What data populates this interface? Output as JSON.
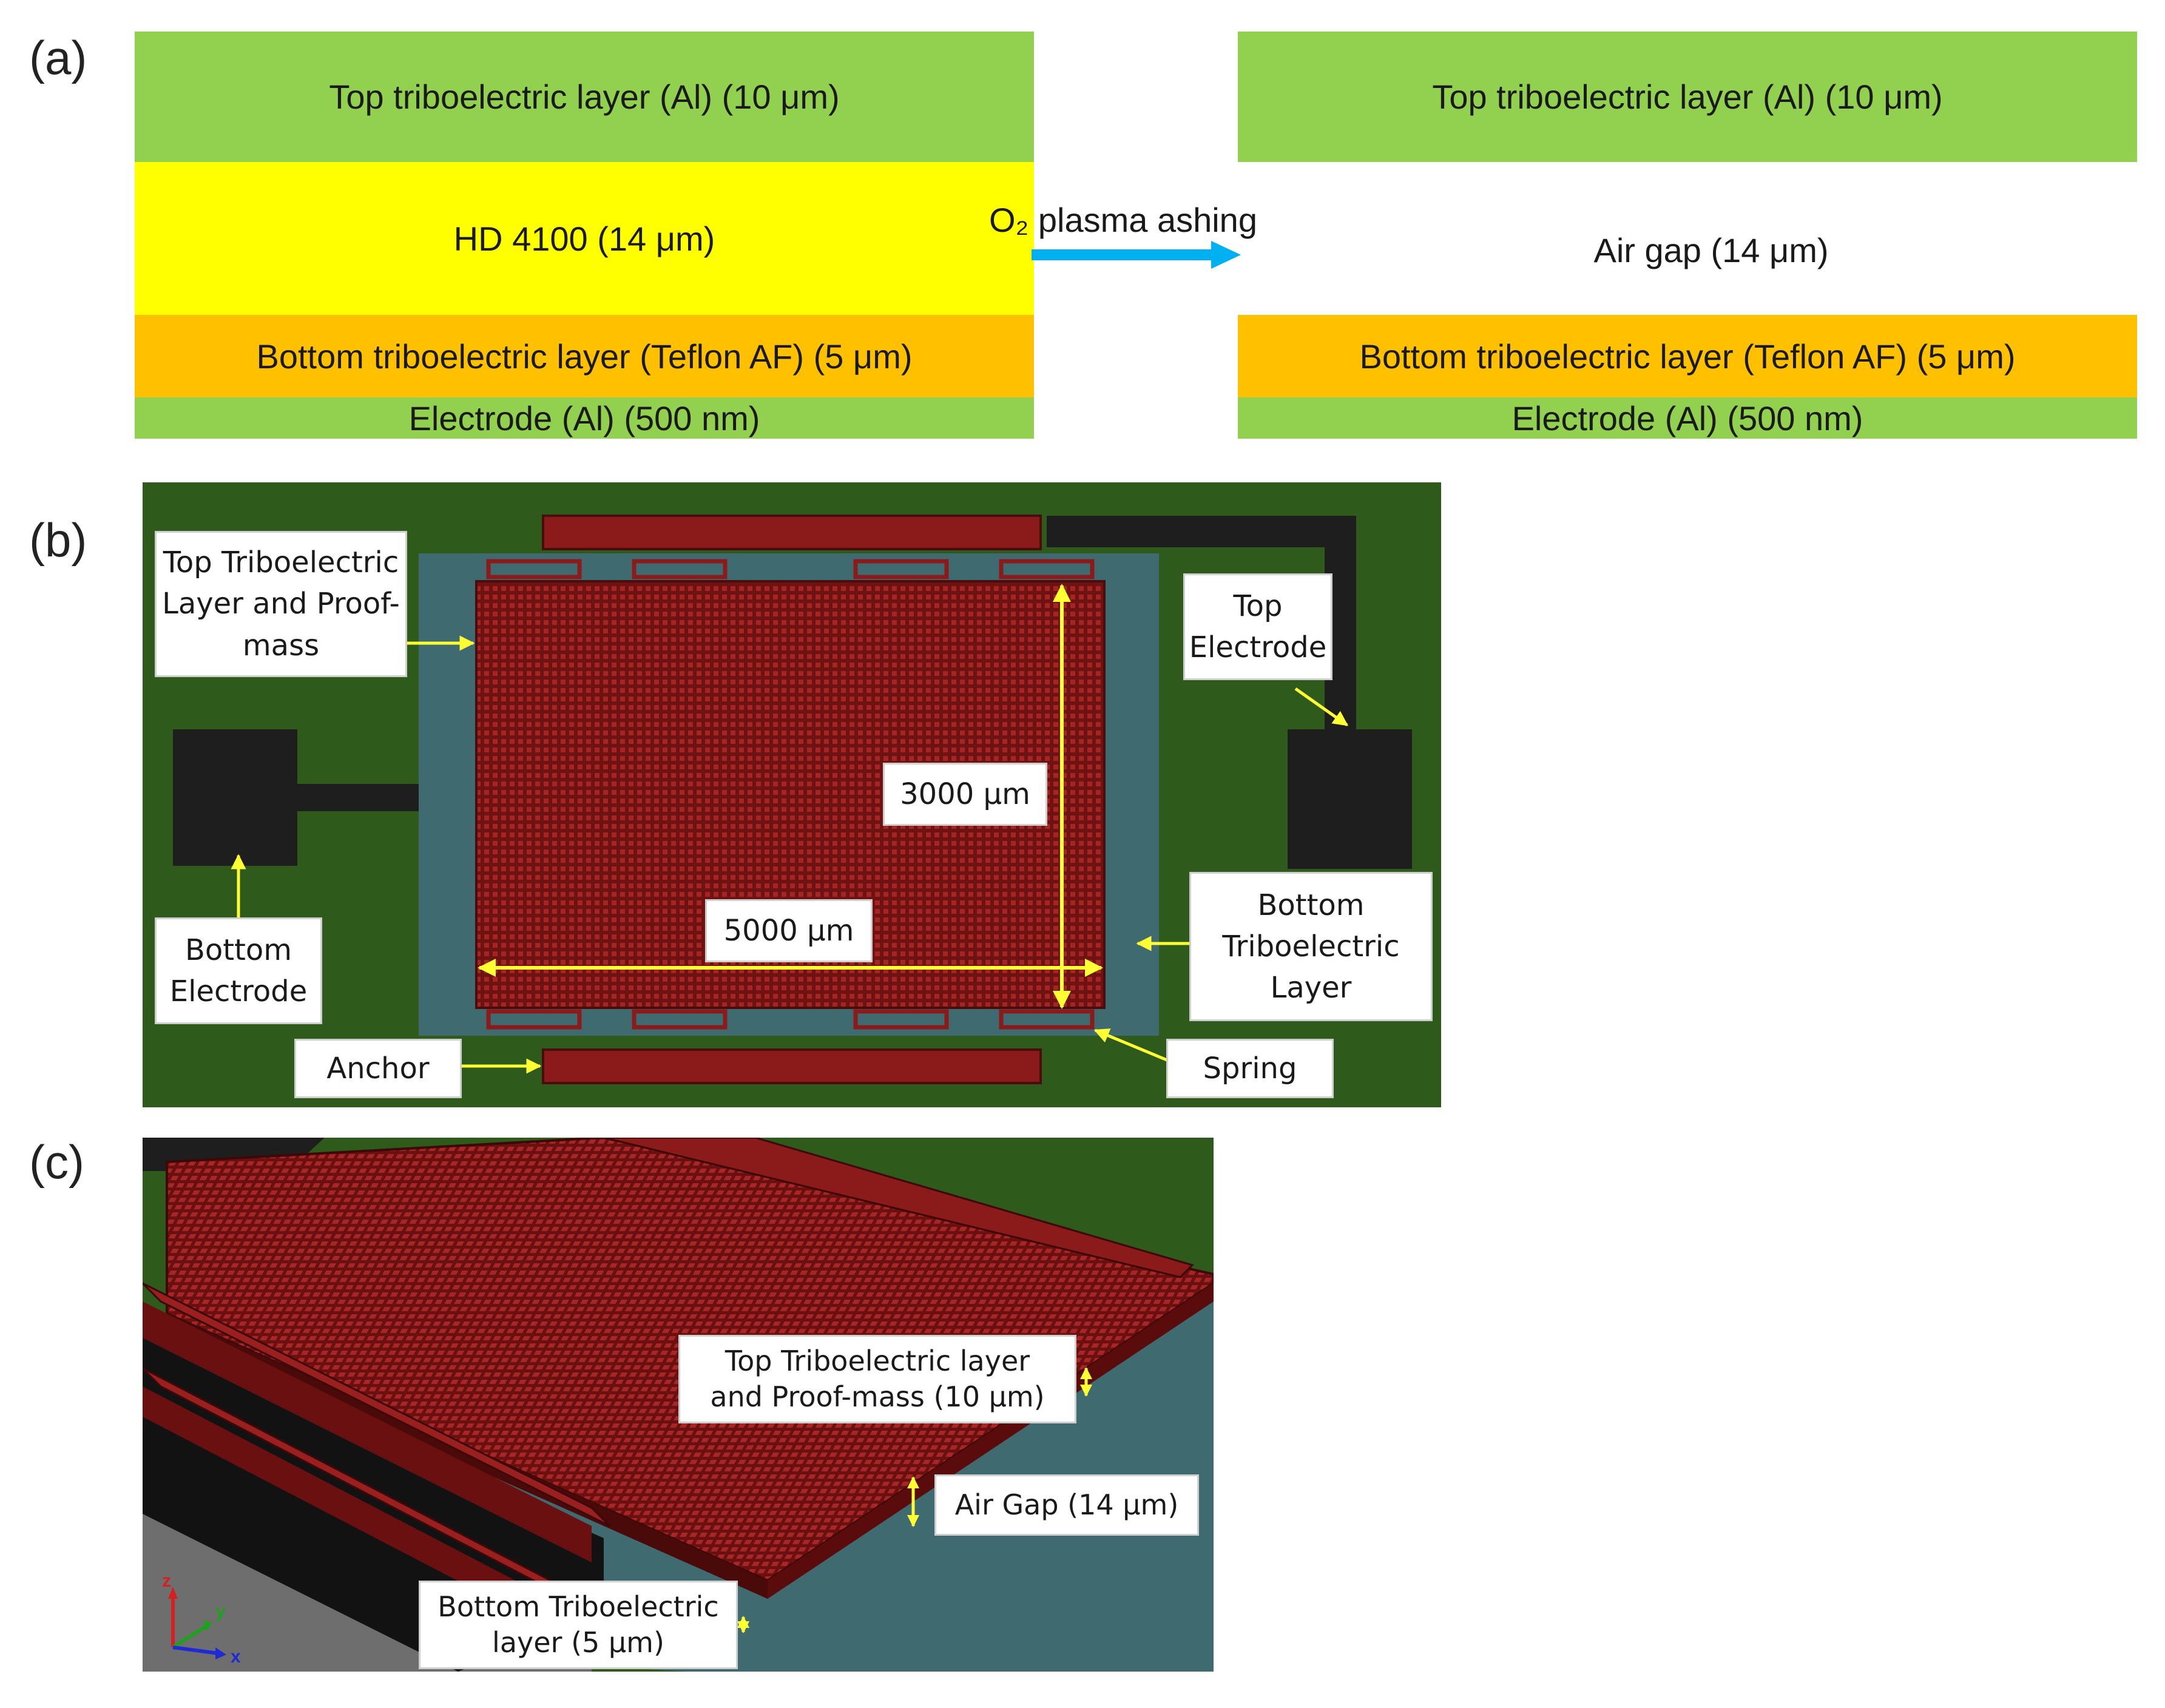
{
  "panels": {
    "a": "(a)",
    "b": "(b)",
    "c": "(c)"
  },
  "panel_a": {
    "left_top": "Top triboelectric layer (Al) (10 μm)",
    "left_middle": "HD 4100 (14 μm)",
    "left_bottom_tribo": "Bottom triboelectric layer (Teflon AF) (5 μm)",
    "left_electrode": "Electrode (Al) (500 nm)",
    "arrow_label": "O₂ plasma ashing",
    "right_top": "Top triboelectric layer (Al) (10 μm)",
    "right_gap": "Air gap (14 μm)",
    "right_bottom_tribo": "Bottom triboelectric layer (Teflon AF) (5 μm)",
    "right_electrode": "Electrode (Al) (500 nm)"
  },
  "panel_b": {
    "top_layer_label": "Top Triboelectric\nLayer and Proof-\nmass",
    "top_electrode_label": "Top\nElectrode",
    "dim_height": "3000 μm",
    "dim_width": "5000 μm",
    "bottom_electrode_label": "Bottom\nElectrode",
    "bottom_layer_label": "Bottom\nTriboelectric\nLayer",
    "anchor_label": "Anchor",
    "spring_label": "Spring"
  },
  "panel_c": {
    "top_layer_label": "Top Triboelectric layer\nand Proof-mass (10 μm)",
    "air_gap_label": "Air Gap (14 μm)",
    "bottom_layer_label": "Bottom Triboelectric\nlayer (5 μm)",
    "axis_z": "z",
    "axis_y": "y",
    "axis_x": "x"
  },
  "colors": {
    "layer_green": "#92d050",
    "layer_yellow": "#ffff00",
    "layer_orange": "#ffc000",
    "arrow_blue": "#00b0f0",
    "substrate_green": "#2e5a1c",
    "teflon_teal": "#3f6b70",
    "proof_mass_red": "#8b1a1a",
    "dimension_yellow": "#ffff33",
    "electrode_black": "#1e1e1e"
  }
}
